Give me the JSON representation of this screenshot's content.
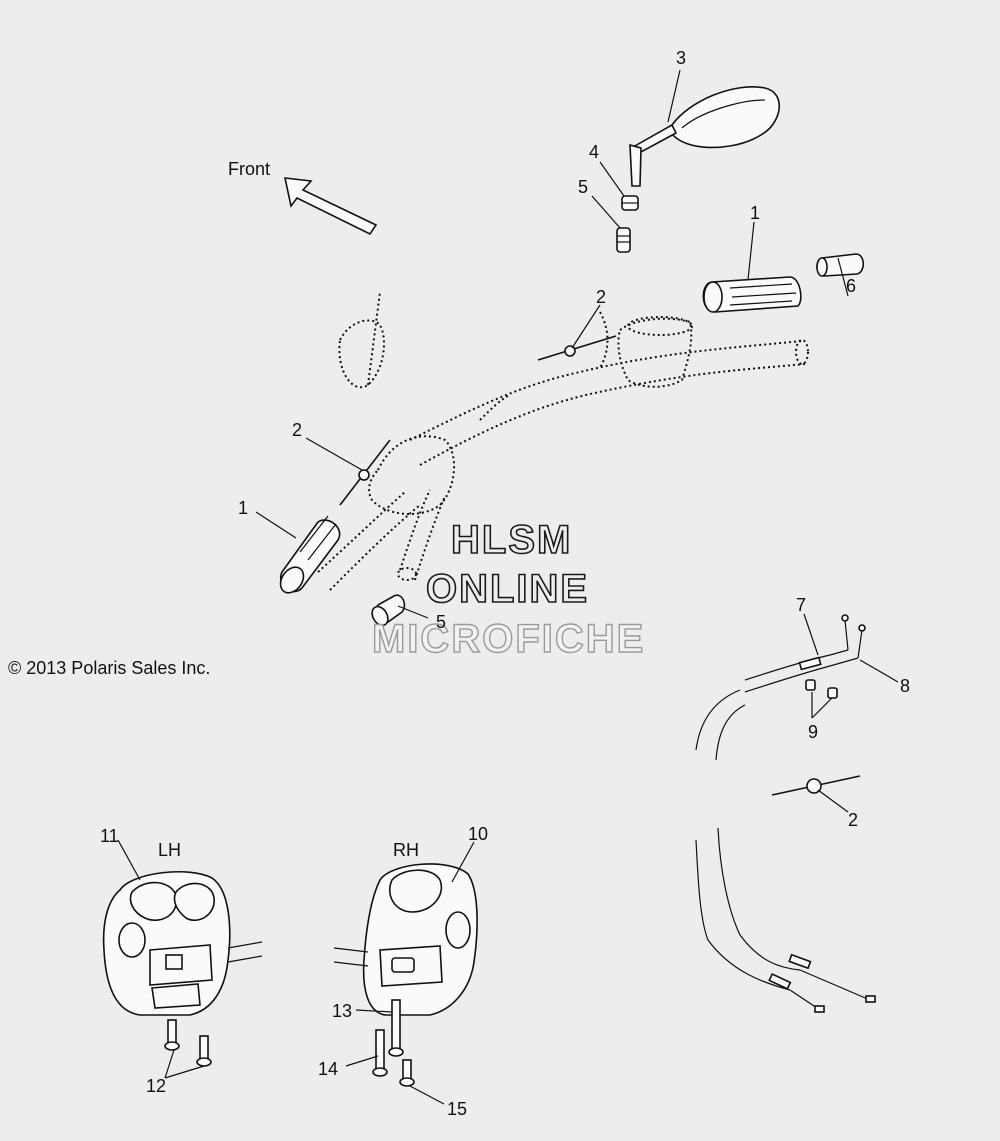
{
  "copyright": "© 2013 Polaris Sales Inc.",
  "front_label": "Front",
  "side_labels": {
    "left": "LH",
    "right": "RH"
  },
  "watermark": {
    "line1": "HLSM",
    "line2": "ONLINE",
    "line3": "MICROFICHE"
  },
  "callouts": [
    {
      "id": "c-3",
      "text": "3"
    },
    {
      "id": "c-4",
      "text": "4"
    },
    {
      "id": "c-5-top",
      "text": "5"
    },
    {
      "id": "c-1-right",
      "text": "1"
    },
    {
      "id": "c-6",
      "text": "6"
    },
    {
      "id": "c-2-top",
      "text": "2"
    },
    {
      "id": "c-2-left",
      "text": "2"
    },
    {
      "id": "c-1-left",
      "text": "1"
    },
    {
      "id": "c-5-bottom",
      "text": "5"
    },
    {
      "id": "c-7",
      "text": "7"
    },
    {
      "id": "c-8",
      "text": "8"
    },
    {
      "id": "c-9",
      "text": "9"
    },
    {
      "id": "c-2-right",
      "text": "2"
    },
    {
      "id": "c-11",
      "text": "11"
    },
    {
      "id": "c-10",
      "text": "10"
    },
    {
      "id": "c-13",
      "text": "13"
    },
    {
      "id": "c-14",
      "text": "14"
    },
    {
      "id": "c-12",
      "text": "12"
    },
    {
      "id": "c-15",
      "text": "15"
    }
  ]
}
